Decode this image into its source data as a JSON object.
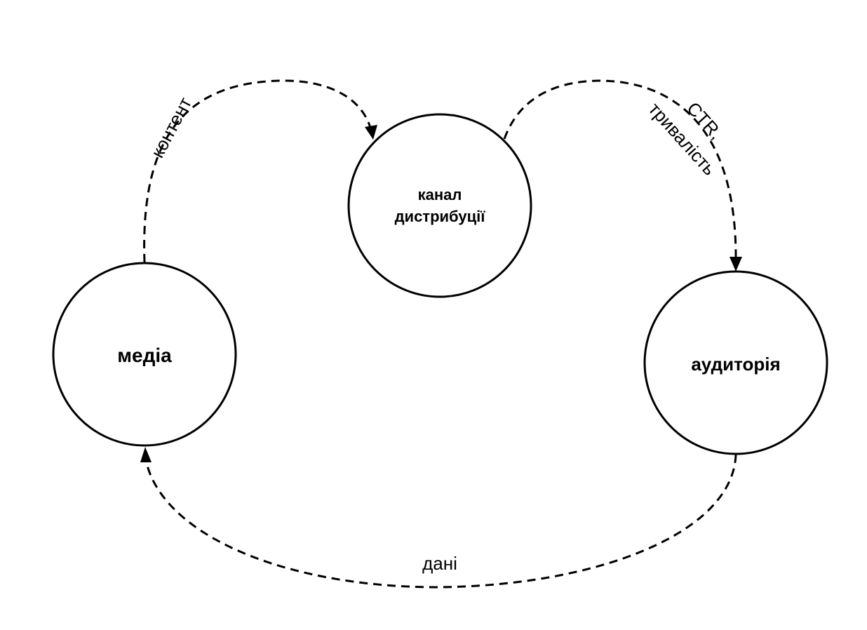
{
  "diagram": {
    "nodes": {
      "media": {
        "label": "медіа"
      },
      "channel": {
        "line1": "канал",
        "line2": "дистрибуції"
      },
      "audience": {
        "label": "аудиторія"
      }
    },
    "edges": {
      "content": {
        "label": "контент"
      },
      "metrics": {
        "line1": "CTR,",
        "line2": "тривалість"
      },
      "data": {
        "label": "дані"
      }
    },
    "colors": {
      "stroke": "#000000",
      "background": "#ffffff"
    }
  }
}
